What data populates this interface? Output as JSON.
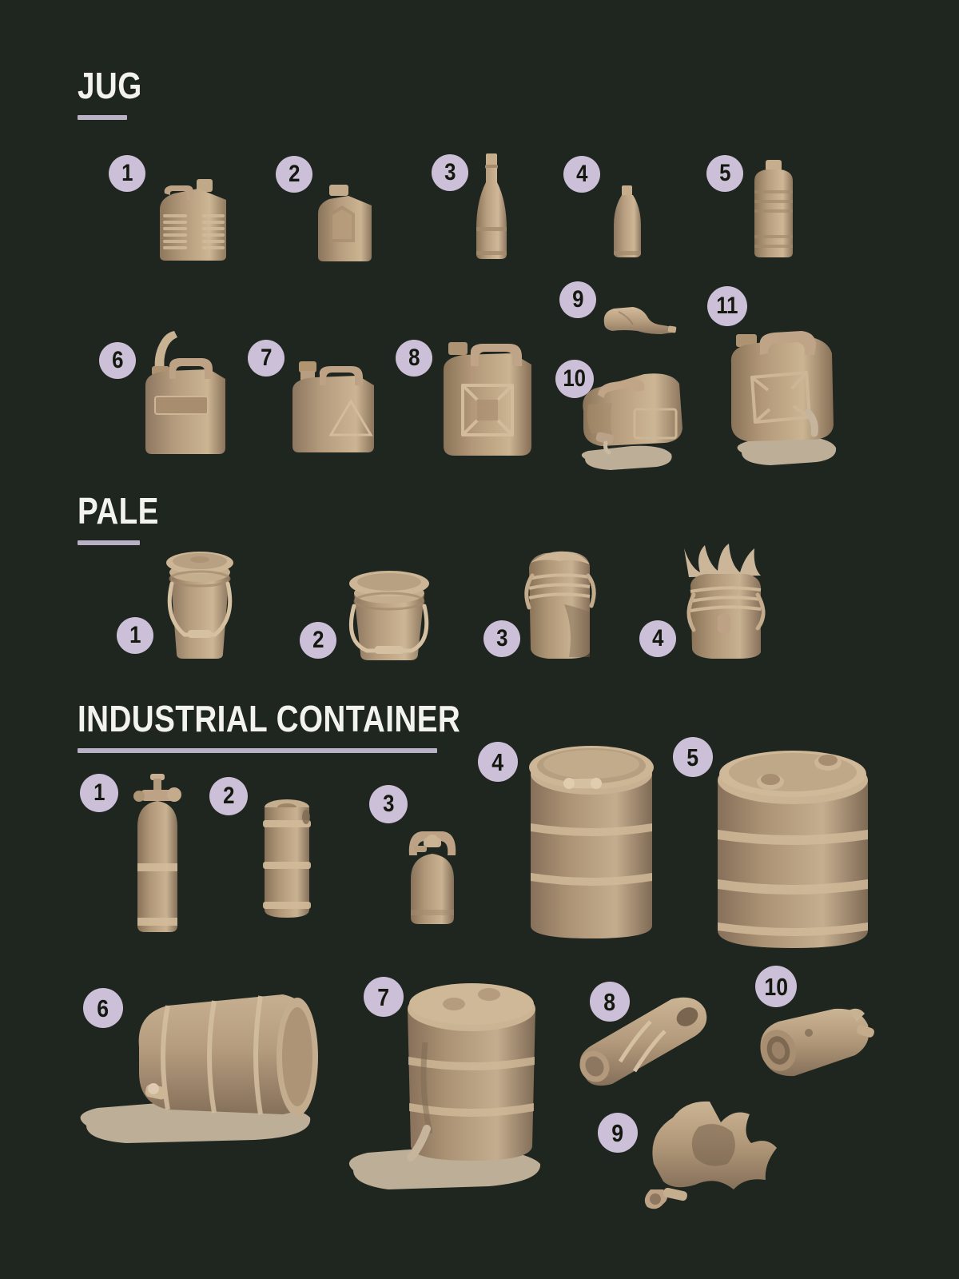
{
  "page": {
    "background_color": "#1f251f",
    "badge_color": "#cbc0d8",
    "badge_text_color": "#14180f",
    "heading_color": "#f2f2ef",
    "rule_color": "#b9b2c6",
    "model_base_color": "#b0977a",
    "model_light_color": "#d8c6ad",
    "model_dark_color": "#7d6851",
    "liquid_color": "#cdbda6"
  },
  "sections": [
    {
      "id": "jug",
      "title": "JUG",
      "items": [
        {
          "number": "1",
          "name": "ribbed-handle-jug"
        },
        {
          "number": "2",
          "name": "square-shoulder-jug"
        },
        {
          "number": "3",
          "name": "tall-tapered-bottle"
        },
        {
          "number": "4",
          "name": "small-round-bottle"
        },
        {
          "number": "5",
          "name": "ribbed-cylinder-canister"
        },
        {
          "number": "6",
          "name": "jerry-can-with-spout"
        },
        {
          "number": "7",
          "name": "jerry-can-triangle-emblem"
        },
        {
          "number": "8",
          "name": "jerry-can-x-panel"
        },
        {
          "number": "9",
          "name": "crushed-plastic-bottle"
        },
        {
          "number": "10",
          "name": "crushed-jerry-can-leaking"
        },
        {
          "number": "11",
          "name": "dented-jerry-can-spilling"
        }
      ]
    },
    {
      "id": "pale",
      "title": "PALE",
      "items": [
        {
          "number": "1",
          "name": "lidded-bucket-upright"
        },
        {
          "number": "2",
          "name": "lidded-bucket-wide"
        },
        {
          "number": "3",
          "name": "cracked-open-pail"
        },
        {
          "number": "4",
          "name": "splashing-pail"
        }
      ]
    },
    {
      "id": "industrial-container",
      "title": "INDUSTRIAL CONTAINER",
      "items": [
        {
          "number": "1",
          "name": "gas-cylinder-with-valve"
        },
        {
          "number": "2",
          "name": "metal-keg"
        },
        {
          "number": "3",
          "name": "propane-tank-with-collar"
        },
        {
          "number": "4",
          "name": "open-head-drum-with-clamp-ring"
        },
        {
          "number": "5",
          "name": "closed-head-drum-two-bungs"
        },
        {
          "number": "6",
          "name": "toppled-leaking-drum"
        },
        {
          "number": "7",
          "name": "dented-drum-spilling"
        },
        {
          "number": "8",
          "name": "crushed-cylinder-tank"
        },
        {
          "number": "9",
          "name": "exploded-tank-fragments"
        },
        {
          "number": "10",
          "name": "burst-cylinder-end"
        }
      ]
    }
  ]
}
